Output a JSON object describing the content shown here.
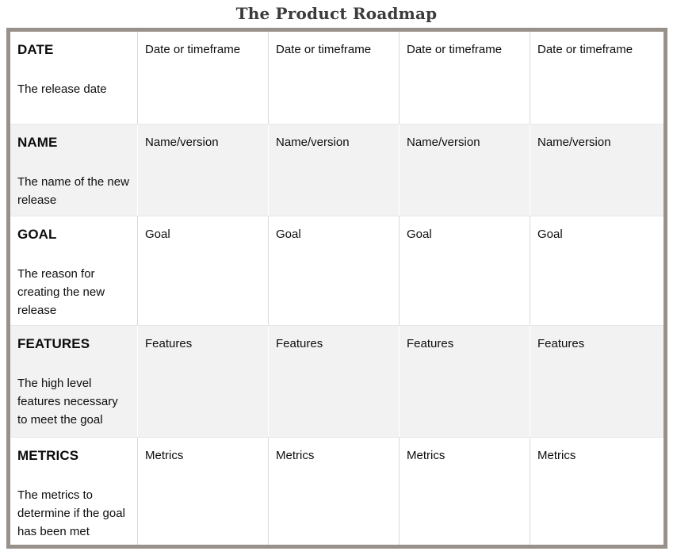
{
  "title": "The Product Roadmap",
  "table": {
    "columns": 4,
    "rows": [
      {
        "header": "DATE",
        "description": "The release date",
        "placeholder": "Date or timeframe",
        "shaded": false
      },
      {
        "header": "NAME",
        "description": "The name of the new release",
        "placeholder": "Name/version",
        "shaded": true
      },
      {
        "header": "GOAL",
        "description": "The reason for creating the new release",
        "placeholder": "Goal",
        "shaded": false
      },
      {
        "header": "FEATURES",
        "description": "The high level features necessary to meet the goal",
        "placeholder": "Features",
        "shaded": true
      },
      {
        "header": "METRICS",
        "description": "The metrics to determine if the goal has been met",
        "placeholder": "Metrics",
        "shaded": false
      }
    ]
  },
  "colors": {
    "outer_border": "#97918a",
    "shaded_row": "#f2f2f2",
    "divider": "#d9d9d9",
    "title_text": "#3b3b3b",
    "body_text": "#0d0d0d"
  }
}
